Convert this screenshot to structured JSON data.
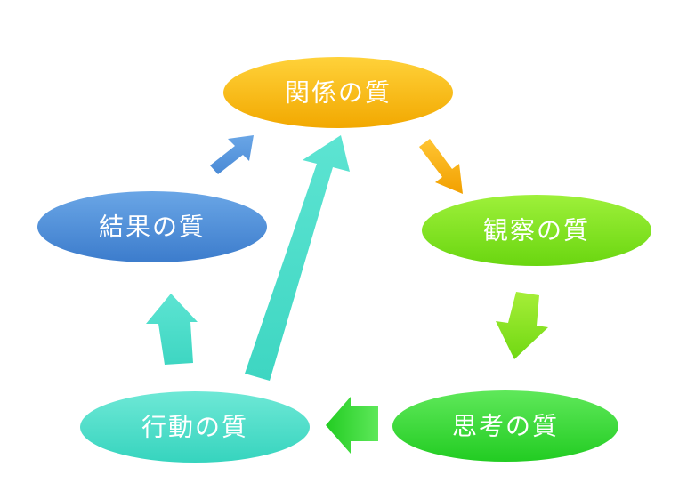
{
  "nodes": {
    "relationship": {
      "label": "関係の質"
    },
    "observation": {
      "label": "観察の質"
    },
    "thinking": {
      "label": "思考の質"
    },
    "action": {
      "label": "行動の質"
    },
    "result": {
      "label": "結果の質"
    }
  },
  "colors": {
    "relationship": "#f5b800",
    "observation": "#7ee21a",
    "thinking": "#2fd62f",
    "action": "#45dcc8",
    "result": "#4a8ad6"
  }
}
